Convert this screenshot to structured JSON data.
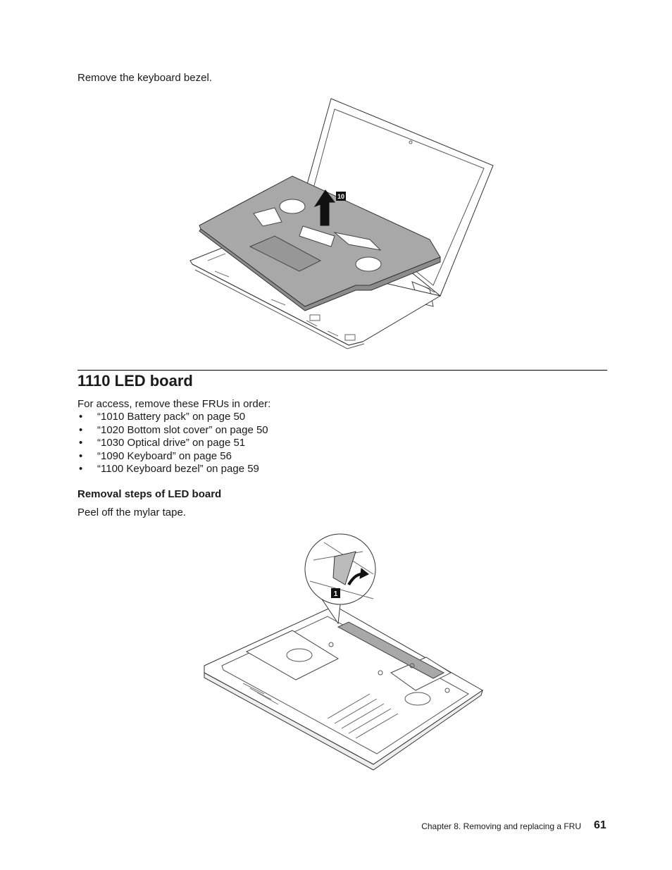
{
  "intro_text": "Remove the keyboard bezel.",
  "figure1": {
    "callout": "10"
  },
  "section": {
    "title": "1110 LED board",
    "access_text": "For access, remove these FRUs in order:",
    "frus": [
      "“1010 Battery pack” on page 50",
      "“1020 Bottom slot cover” on page 50",
      "“1030 Optical drive” on page 51",
      "“1090 Keyboard” on page 56",
      "“1100 Keyboard bezel” on page 59"
    ],
    "bullet": "•"
  },
  "removal": {
    "title": "Removal steps of LED board",
    "step_text": "Peel off the mylar tape."
  },
  "figure2": {
    "callout": "1"
  },
  "footer": {
    "chapter": "Chapter 8.  Removing and replacing a FRU",
    "page_number": "61"
  }
}
